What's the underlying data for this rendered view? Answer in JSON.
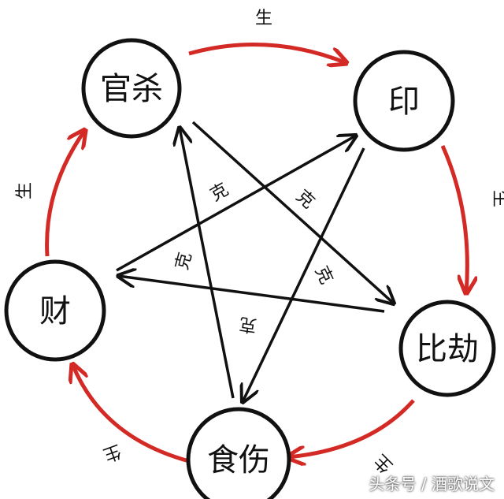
{
  "nodes": {
    "guansha": "官杀",
    "yin": "印",
    "bijie": "比劫",
    "shishang": "食伤",
    "cai": "财"
  },
  "edges": {
    "generate": "生",
    "control": "克"
  },
  "colors": {
    "generate": "#d42a26",
    "control": "#111111"
  },
  "watermark": "头条号 / 酒歌说文"
}
